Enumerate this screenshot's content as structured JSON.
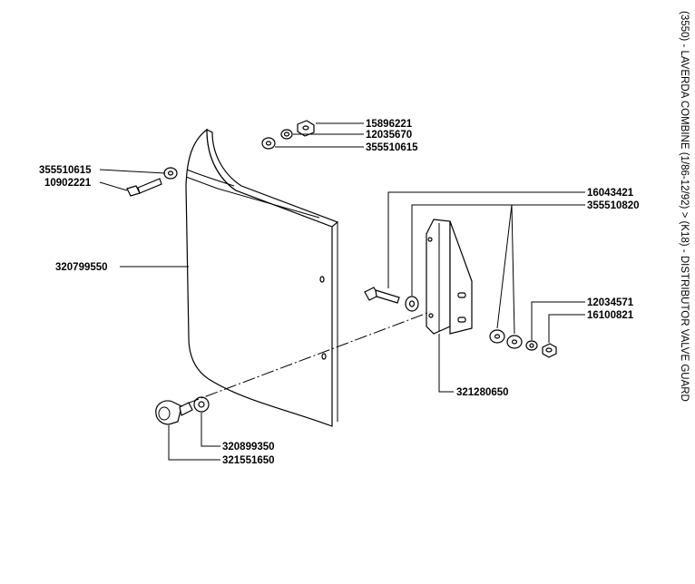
{
  "title": "(3550) - LAVERDA COMBINE (1/86-12/92) > (K18) - DISTRIBUTOR VALVE GUARD",
  "labels": {
    "p15896221": "15896221",
    "p12035670": "12035670",
    "p355510615_top": "355510615",
    "p355510615_left": "355510615",
    "p10902221": "10902221",
    "p320799550": "320799550",
    "p16043421": "16043421",
    "p355510820": "355510820",
    "p12034571": "12034571",
    "p16100821": "16100821",
    "p321280650": "321280650",
    "p320899350": "320899350",
    "p321551650": "321551650"
  }
}
